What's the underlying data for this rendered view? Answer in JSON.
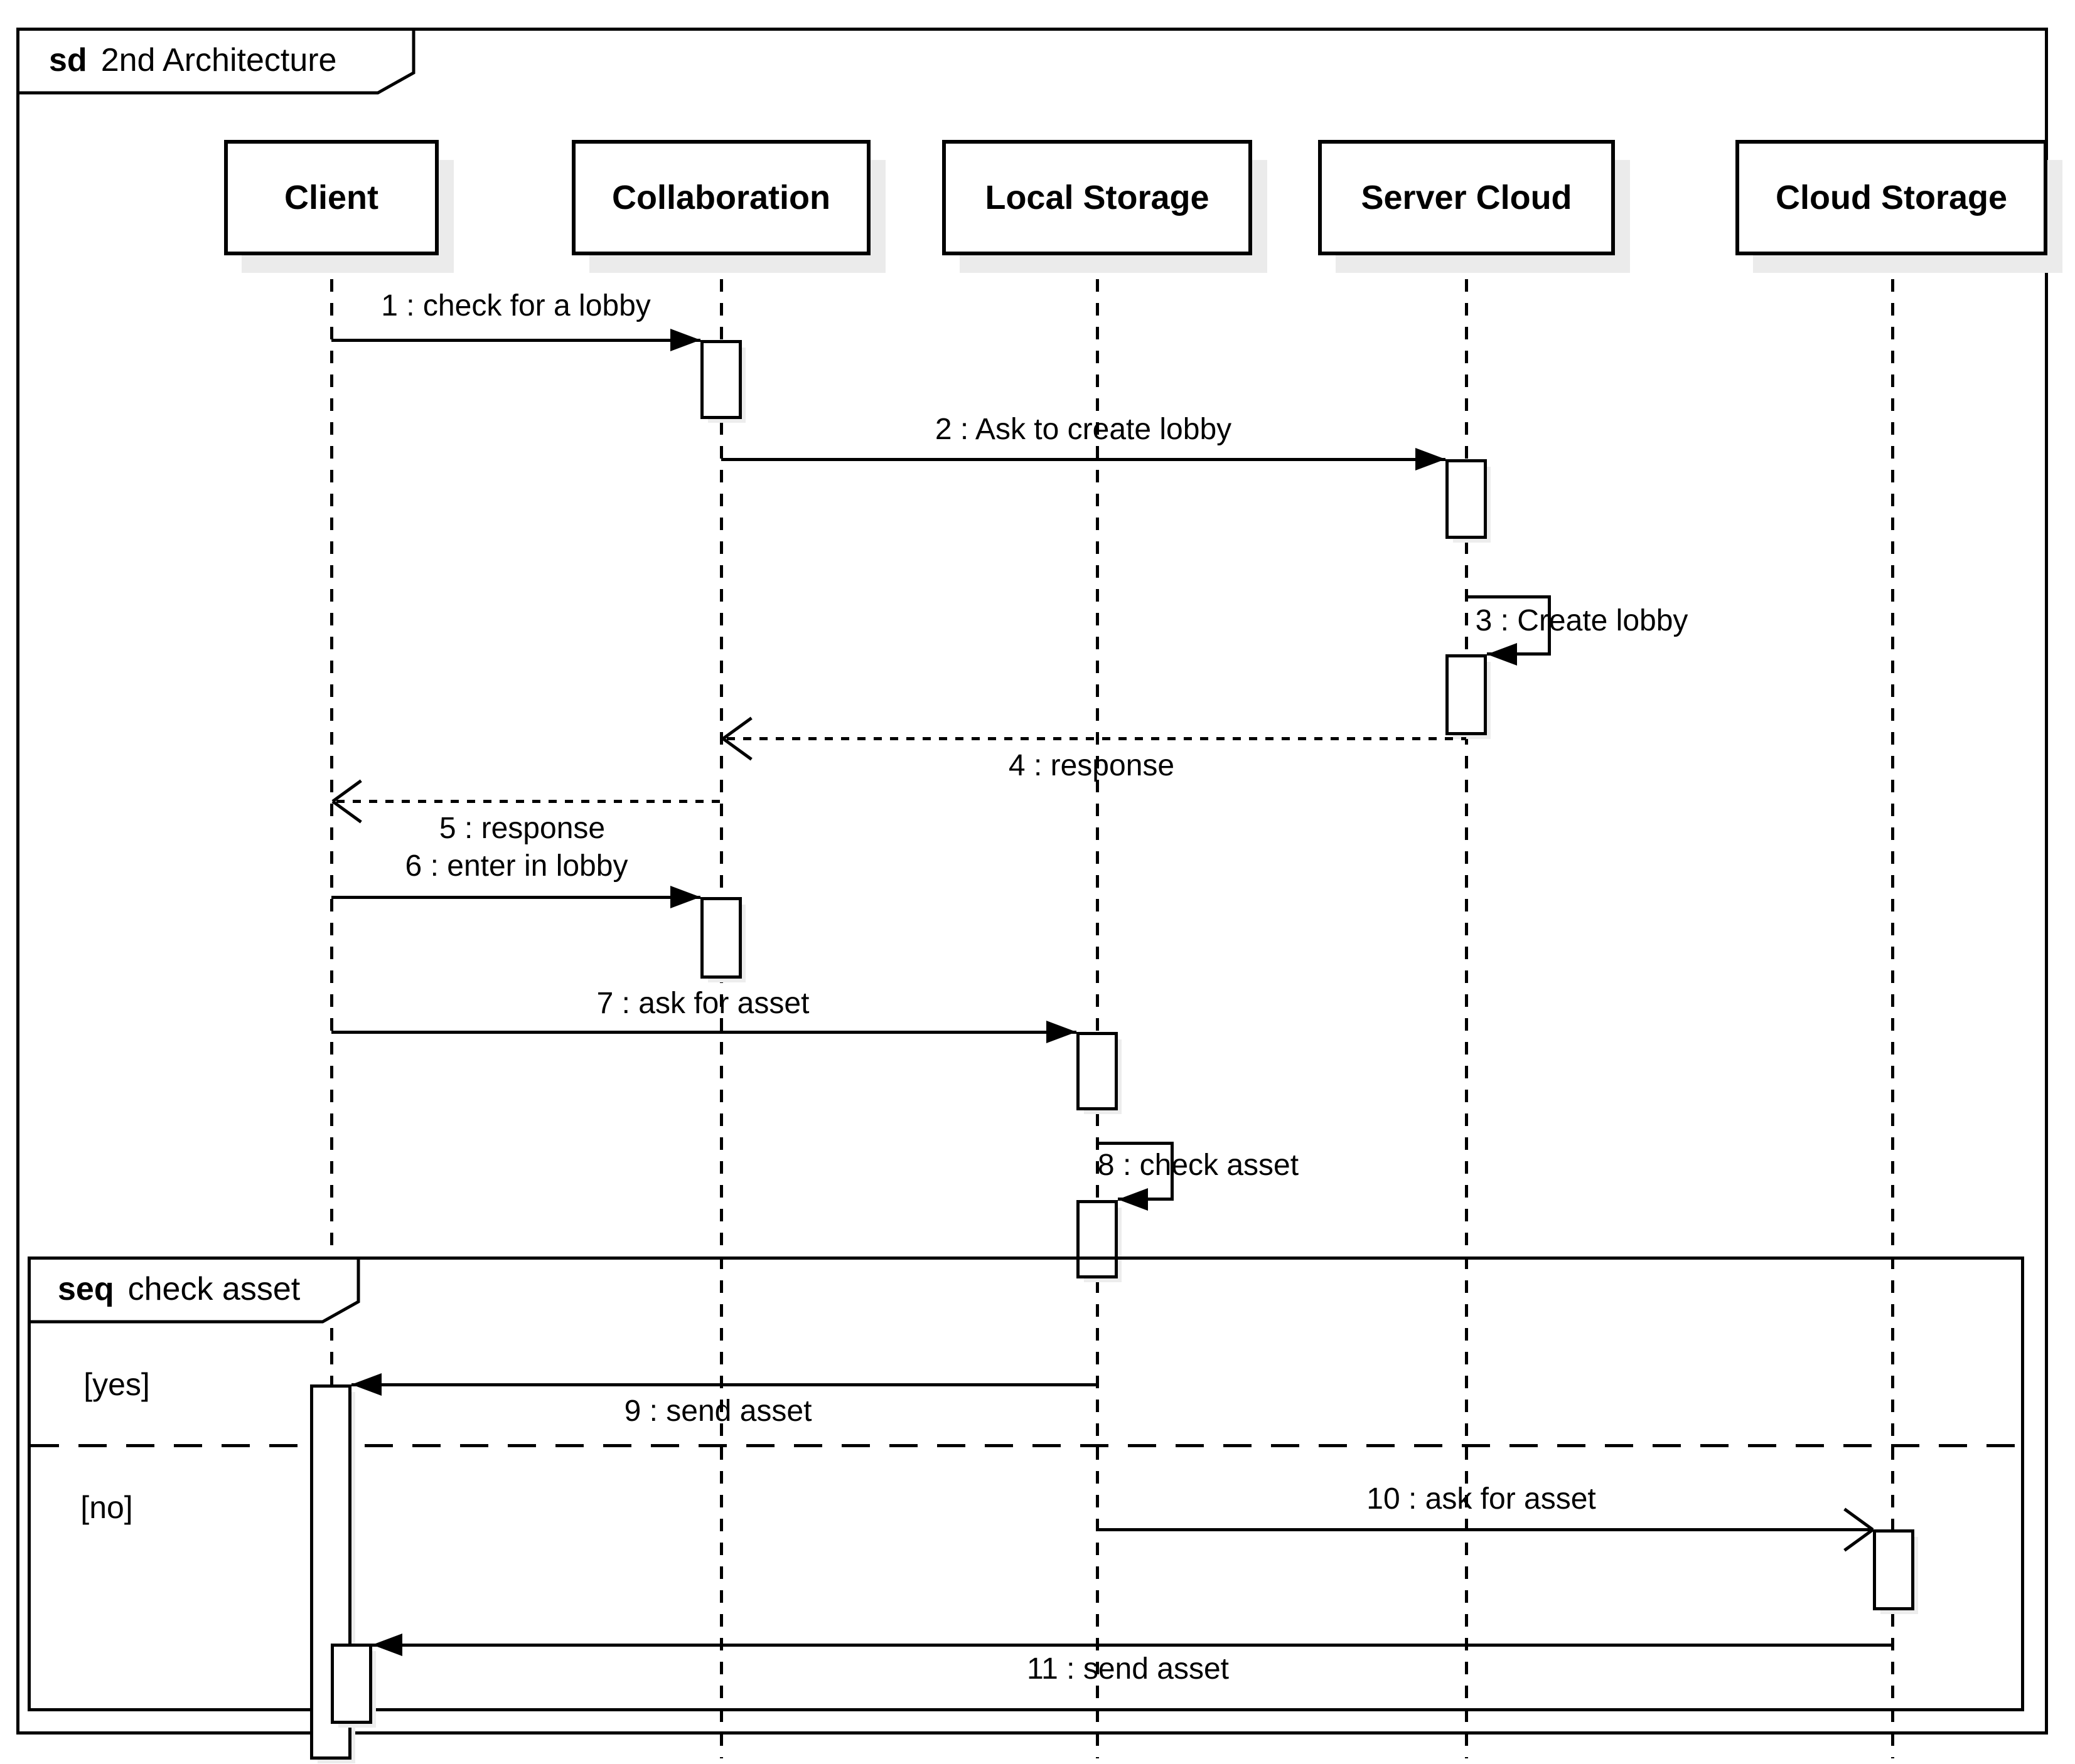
{
  "frame": {
    "keyword": "sd",
    "title": "2nd Architecture"
  },
  "fragment": {
    "keyword": "seq",
    "title": "check asset",
    "guard_yes": "[yes]",
    "guard_no": "[no]"
  },
  "participants": [
    {
      "name": "Client"
    },
    {
      "name": "Collaboration"
    },
    {
      "name": "Local Storage"
    },
    {
      "name": "Server Cloud"
    },
    {
      "name": "Cloud Storage"
    }
  ],
  "messages": [
    {
      "label": "1 : check for a lobby",
      "from": "Client",
      "to": "Collaboration",
      "type": "sync"
    },
    {
      "label": "2 : Ask to create lobby",
      "from": "Collaboration",
      "to": "Server Cloud",
      "type": "sync"
    },
    {
      "label": "3 : Create lobby",
      "from": "Server Cloud",
      "to": "Server Cloud",
      "type": "self"
    },
    {
      "label": "4 : response",
      "from": "Server Cloud",
      "to": "Collaboration",
      "type": "return"
    },
    {
      "label": "5 : response",
      "from": "Collaboration",
      "to": "Client",
      "type": "return"
    },
    {
      "label": "6 : enter in lobby",
      "from": "Client",
      "to": "Collaboration",
      "type": "sync"
    },
    {
      "label": "7 : ask for asset",
      "from": "Client",
      "to": "Local Storage",
      "type": "sync"
    },
    {
      "label": "8 : check asset",
      "from": "Local Storage",
      "to": "Local Storage",
      "type": "self"
    },
    {
      "label": "9 : send asset",
      "from": "Local Storage",
      "to": "Client",
      "type": "sync"
    },
    {
      "label": "10 : ask for asset",
      "from": "Local Storage",
      "to": "Cloud Storage",
      "type": "async"
    },
    {
      "label": "11 : send asset",
      "from": "Cloud Storage",
      "to": "Client",
      "type": "sync"
    }
  ],
  "colors": {
    "line": "#000000",
    "background": "#ffffff",
    "shadow": "#ebebeb",
    "text": "#000000"
  }
}
